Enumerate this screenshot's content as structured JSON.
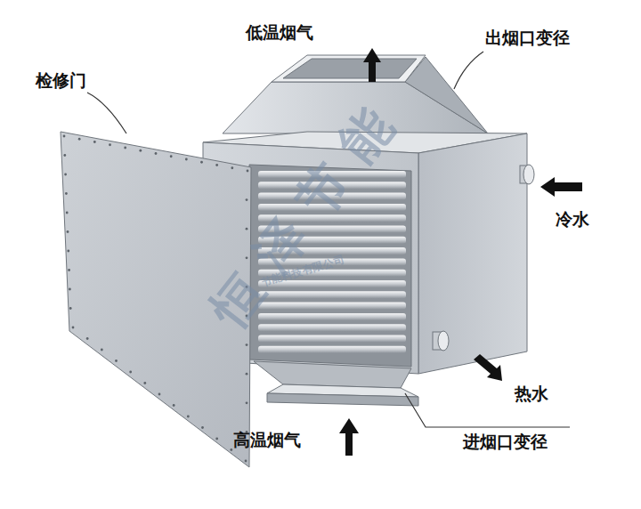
{
  "diagram": {
    "labels": [
      "低温烟气",
      "出烟口变径",
      "检修门",
      "冷水",
      "热水",
      "高温烟气",
      "进烟口变径",
      "恒泽节能",
      "节能科技有限公司"
    ]
  }
}
